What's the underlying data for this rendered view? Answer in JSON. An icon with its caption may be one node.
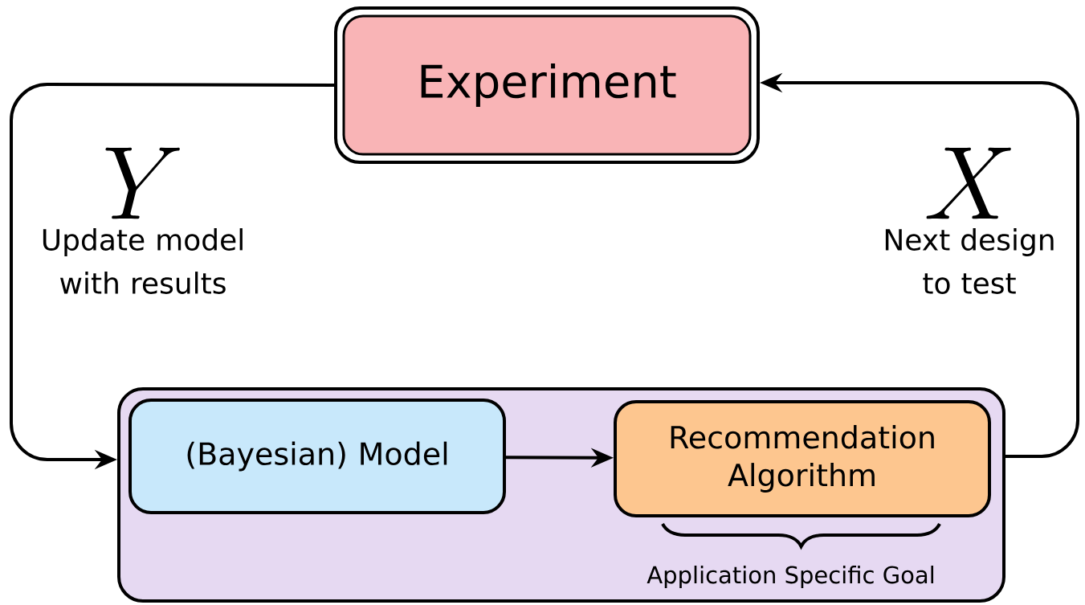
{
  "diagram": {
    "nodes": [
      {
        "text": [
          "Experiment"
        ]
      },
      {
        "text": [],
        "shape": "box"
      },
      {
        "text": [
          "(Bayesian) Model"
        ],
        "in": 1
      },
      {
        "text": [
          "Recommendation Algorithm"
        ],
        "in": 1
      }
    ],
    "edges": [
      {
        "from": 0,
        "to": 1,
        "arrow": "to"
      },
      {
        "from": 1,
        "to": 0,
        "arrow": "to"
      },
      {
        "from": 2,
        "to": 3,
        "arrow": "to"
      }
    ],
    "labels": [
      "Y",
      "Update model with results",
      "X",
      "Next design to test",
      "Application Specific Goal"
    ]
  }
}
